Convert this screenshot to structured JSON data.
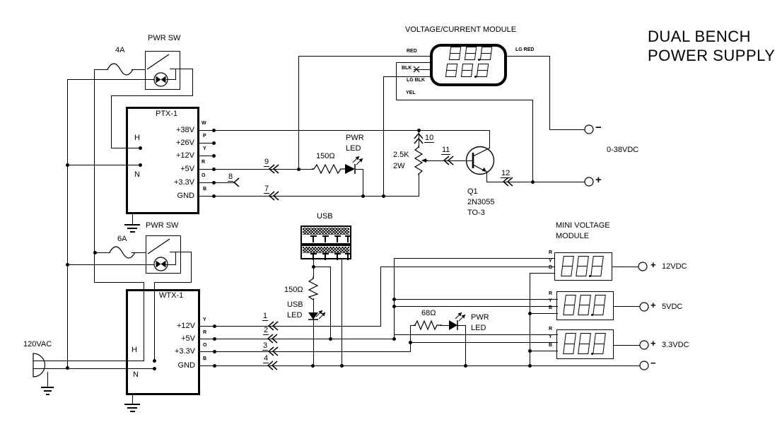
{
  "title": {
    "line1": "DUAL BENCH",
    "line2": "POWER SUPPLY"
  },
  "vc_module": {
    "label": "VOLTAGE/CURRENT MODULE",
    "wire_red": "RED",
    "wire_blk": "BLK",
    "wire_lg_blk": "LG BLK",
    "wire_yel": "YEL",
    "wire_lg_red": "LG RED",
    "display": {
      "rows": 2,
      "digits_per_row": 3,
      "style": "seven-segment-outline"
    }
  },
  "mini_module": {
    "label_line1": "MINI VOLTAGE",
    "label_line2": "MODULE",
    "wire_r": "R",
    "wire_y": "Y",
    "wire_b": "B",
    "display": {
      "count": 3,
      "digits_each": 3,
      "style": "seven-segment-outline"
    }
  },
  "ptx": {
    "name": "PTX-1",
    "h": "H",
    "n": "N",
    "pins": [
      {
        "label": "+38V",
        "wire": "W"
      },
      {
        "label": "+26V",
        "wire": "P"
      },
      {
        "label": "+12V",
        "wire": "Y"
      },
      {
        "label": "+5V",
        "wire": "R"
      },
      {
        "label": "+3.3V",
        "wire": "O"
      },
      {
        "label": "GND",
        "wire": "B"
      }
    ]
  },
  "wtx": {
    "name": "WTX-1",
    "h": "H",
    "n": "N",
    "pins": [
      {
        "label": "+12V",
        "wire": "Y"
      },
      {
        "label": "+5V",
        "wire": "R"
      },
      {
        "label": "+3.3V",
        "wire": "O"
      },
      {
        "label": "GND",
        "wire": "B"
      }
    ]
  },
  "power": {
    "input": "120VAC",
    "fuse1": "4A",
    "fuse2": "6A",
    "switch1": "PWR SW",
    "switch2": "PWR SW"
  },
  "components": {
    "r1": "150Ω",
    "pwr_led_top_1": "PWR",
    "pwr_led_top_2": "LED",
    "pot_value": "2.5K",
    "pot_rating": "2W",
    "q1": "Q1",
    "q1_part": "2N3055",
    "q1_pkg": "TO-3",
    "usb": "USB",
    "r2": "150Ω",
    "usb_led_1": "USB",
    "usb_led_2": "LED",
    "r3": "68Ω",
    "pwr_led_bot_1": "PWR",
    "pwr_led_bot_2": "LED"
  },
  "connectors": {
    "n1": "1",
    "n2": "2",
    "n3": "3",
    "n4": "4",
    "n7": "7",
    "n8": "8",
    "n9": "9",
    "n10": "10",
    "n11": "11",
    "n12": "12"
  },
  "outputs": {
    "range": "0-38VDC",
    "minus": "−",
    "plus": "+",
    "out12": "12VDC",
    "out5": "5VDC",
    "out33": "3.3VDC"
  }
}
